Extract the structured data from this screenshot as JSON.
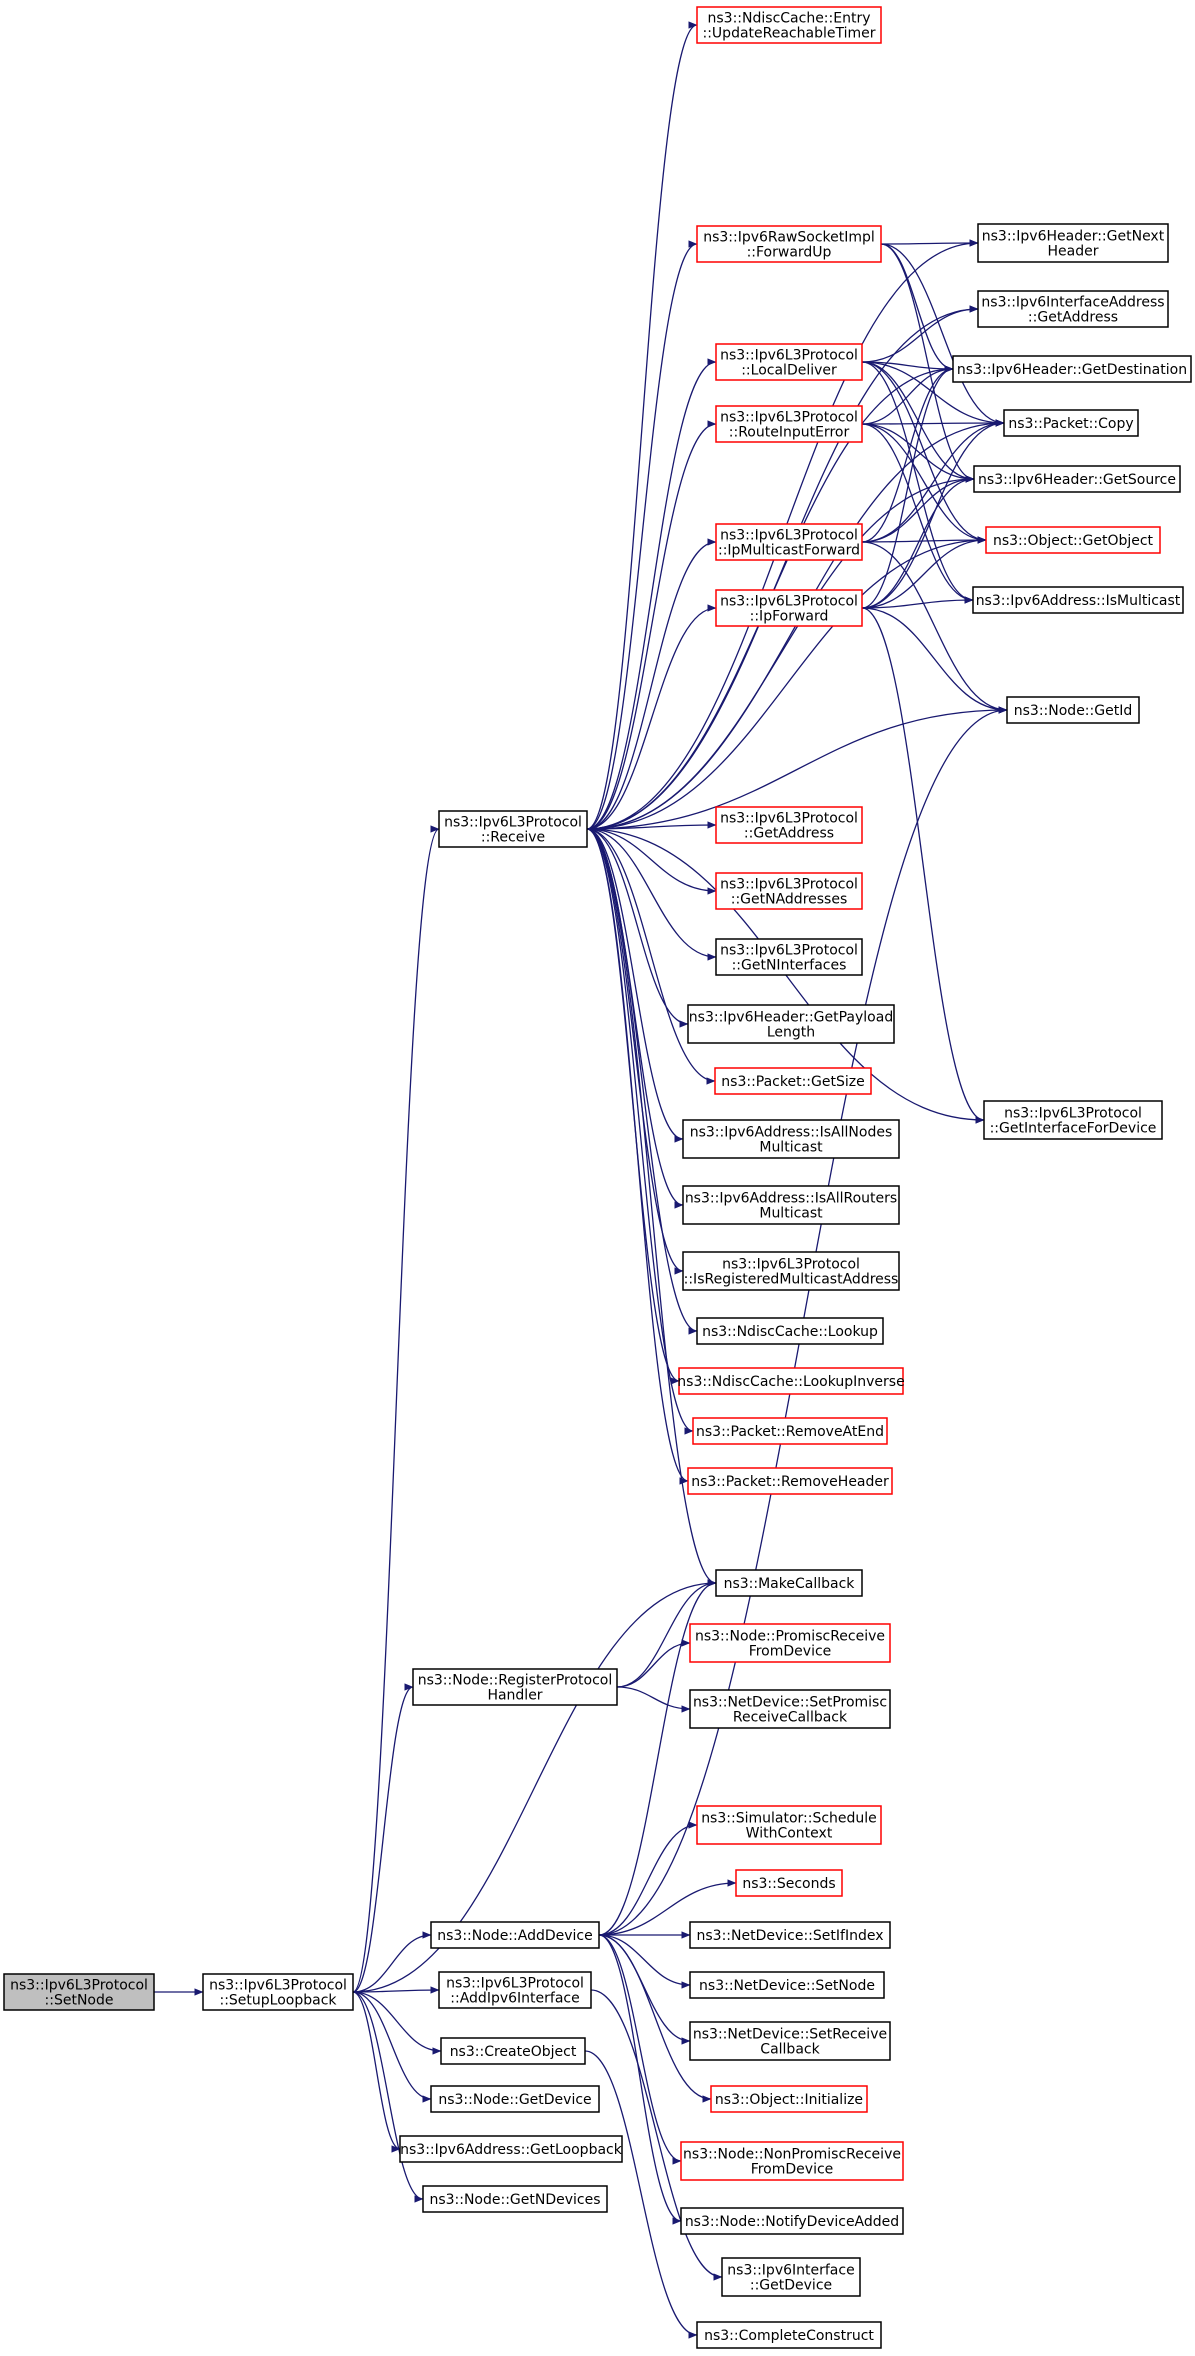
{
  "nodes": [
    {
      "id": "setnode",
      "lines": [
        "ns3::Ipv6L3Protocol",
        "::SetNode"
      ],
      "style": "root"
    },
    {
      "id": "setuploop",
      "lines": [
        "ns3::Ipv6L3Protocol",
        "::SetupLoopback"
      ],
      "style": "plain"
    },
    {
      "id": "receive",
      "lines": [
        "ns3::Ipv6L3Protocol",
        "::Receive"
      ],
      "style": "plain"
    },
    {
      "id": "ndisc_update",
      "lines": [
        "ns3::NdiscCache::Entry",
        "::UpdateReachableTimer"
      ],
      "style": "red"
    },
    {
      "id": "rawsock",
      "lines": [
        "ns3::Ipv6RawSocketImpl",
        "::ForwardUp"
      ],
      "style": "red"
    },
    {
      "id": "localdeliver",
      "lines": [
        "ns3::Ipv6L3Protocol",
        "::LocalDeliver"
      ],
      "style": "red"
    },
    {
      "id": "routeinerr",
      "lines": [
        "ns3::Ipv6L3Protocol",
        "::RouteInputError"
      ],
      "style": "red"
    },
    {
      "id": "ipmcast",
      "lines": [
        "ns3::Ipv6L3Protocol",
        "::IpMulticastForward"
      ],
      "style": "red"
    },
    {
      "id": "ipfwd",
      "lines": [
        "ns3::Ipv6L3Protocol",
        "::IpForward"
      ],
      "style": "red"
    },
    {
      "id": "hdr_next",
      "lines": [
        "ns3::Ipv6Header::GetNext",
        "Header"
      ],
      "style": "plain"
    },
    {
      "id": "ifaddr_get",
      "lines": [
        "ns3::Ipv6InterfaceAddress",
        "::GetAddress"
      ],
      "style": "plain"
    },
    {
      "id": "hdr_dest",
      "lines": [
        "ns3::Ipv6Header::GetDestination"
      ],
      "style": "plain"
    },
    {
      "id": "pkt_copy",
      "lines": [
        "ns3::Packet::Copy"
      ],
      "style": "plain"
    },
    {
      "id": "hdr_src",
      "lines": [
        "ns3::Ipv6Header::GetSource"
      ],
      "style": "plain"
    },
    {
      "id": "obj_get",
      "lines": [
        "ns3::Object::GetObject"
      ],
      "style": "red"
    },
    {
      "id": "addr_mcast",
      "lines": [
        "ns3::Ipv6Address::IsMulticast"
      ],
      "style": "plain"
    },
    {
      "id": "node_getid",
      "lines": [
        "ns3::Node::GetId"
      ],
      "style": "plain"
    },
    {
      "id": "getaddress",
      "lines": [
        "ns3::Ipv6L3Protocol",
        "::GetAddress"
      ],
      "style": "red"
    },
    {
      "id": "getnaddr",
      "lines": [
        "ns3::Ipv6L3Protocol",
        "::GetNAddresses"
      ],
      "style": "red"
    },
    {
      "id": "getnif",
      "lines": [
        "ns3::Ipv6L3Protocol",
        "::GetNInterfaces"
      ],
      "style": "plain"
    },
    {
      "id": "hdr_payload",
      "lines": [
        "ns3::Ipv6Header::GetPayload",
        "Length"
      ],
      "style": "plain"
    },
    {
      "id": "pkt_size",
      "lines": [
        "ns3::Packet::GetSize"
      ],
      "style": "red"
    },
    {
      "id": "allnodes",
      "lines": [
        "ns3::Ipv6Address::IsAllNodes",
        "Multicast"
      ],
      "style": "plain"
    },
    {
      "id": "allrouters",
      "lines": [
        "ns3::Ipv6Address::IsAllRouters",
        "Multicast"
      ],
      "style": "plain"
    },
    {
      "id": "regmcast",
      "lines": [
        "ns3::Ipv6L3Protocol",
        "::IsRegisteredMulticastAddress"
      ],
      "style": "plain"
    },
    {
      "id": "ndisc_lookup",
      "lines": [
        "ns3::NdiscCache::Lookup"
      ],
      "style": "plain"
    },
    {
      "id": "ndisc_inverse",
      "lines": [
        "ns3::NdiscCache::LookupInverse"
      ],
      "style": "red"
    },
    {
      "id": "pkt_rmend",
      "lines": [
        "ns3::Packet::RemoveAtEnd"
      ],
      "style": "red"
    },
    {
      "id": "pkt_rmhdr",
      "lines": [
        "ns3::Packet::RemoveHeader"
      ],
      "style": "red"
    },
    {
      "id": "ifacefordev",
      "lines": [
        "ns3::Ipv6L3Protocol",
        "::GetInterfaceForDevice"
      ],
      "style": "plain"
    },
    {
      "id": "makecb",
      "lines": [
        "ns3::MakeCallback"
      ],
      "style": "plain"
    },
    {
      "id": "regproto",
      "lines": [
        "ns3::Node::RegisterProtocol",
        "Handler"
      ],
      "style": "plain"
    },
    {
      "id": "promiscrecv",
      "lines": [
        "ns3::Node::PromiscReceive",
        "FromDevice"
      ],
      "style": "red"
    },
    {
      "id": "setpromisc",
      "lines": [
        "ns3::NetDevice::SetPromisc",
        "ReceiveCallback"
      ],
      "style": "plain"
    },
    {
      "id": "schedctx",
      "lines": [
        "ns3::Simulator::Schedule",
        "WithContext"
      ],
      "style": "red"
    },
    {
      "id": "seconds",
      "lines": [
        "ns3::Seconds"
      ],
      "style": "red"
    },
    {
      "id": "adddevice",
      "lines": [
        "ns3::Node::AddDevice"
      ],
      "style": "plain"
    },
    {
      "id": "setifindex",
      "lines": [
        "ns3::NetDevice::SetIfIndex"
      ],
      "style": "plain"
    },
    {
      "id": "addipv6if",
      "lines": [
        "ns3::Ipv6L3Protocol",
        "::AddIpv6Interface"
      ],
      "style": "plain"
    },
    {
      "id": "setnodedev",
      "lines": [
        "ns3::NetDevice::SetNode"
      ],
      "style": "plain"
    },
    {
      "id": "createobj",
      "lines": [
        "ns3::CreateObject"
      ],
      "style": "plain"
    },
    {
      "id": "setrecvcb",
      "lines": [
        "ns3::NetDevice::SetReceive",
        "Callback"
      ],
      "style": "plain"
    },
    {
      "id": "node_getdev",
      "lines": [
        "ns3::Node::GetDevice"
      ],
      "style": "plain"
    },
    {
      "id": "obj_init",
      "lines": [
        "ns3::Object::Initialize"
      ],
      "style": "red"
    },
    {
      "id": "getloopback",
      "lines": [
        "ns3::Ipv6Address::GetLoopback"
      ],
      "style": "plain"
    },
    {
      "id": "nonpromisc",
      "lines": [
        "ns3::Node::NonPromiscReceive",
        "FromDevice"
      ],
      "style": "red"
    },
    {
      "id": "getndev",
      "lines": [
        "ns3::Node::GetNDevices"
      ],
      "style": "plain"
    },
    {
      "id": "notifyadded",
      "lines": [
        "ns3::Node::NotifyDeviceAdded"
      ],
      "style": "plain"
    },
    {
      "id": "if_getdev",
      "lines": [
        "ns3::Ipv6Interface",
        "::GetDevice"
      ],
      "style": "plain"
    },
    {
      "id": "complete",
      "lines": [
        "ns3::CompleteConstruct"
      ],
      "style": "plain"
    }
  ],
  "edges": [
    [
      "setnode",
      "setuploop"
    ],
    [
      "setuploop",
      "receive"
    ],
    [
      "setuploop",
      "makecb"
    ],
    [
      "setuploop",
      "regproto"
    ],
    [
      "setuploop",
      "adddevice"
    ],
    [
      "setuploop",
      "addipv6if"
    ],
    [
      "setuploop",
      "createobj"
    ],
    [
      "setuploop",
      "node_getdev"
    ],
    [
      "setuploop",
      "getloopback"
    ],
    [
      "setuploop",
      "getndev"
    ],
    [
      "receive",
      "ndisc_update"
    ],
    [
      "receive",
      "rawsock"
    ],
    [
      "receive",
      "localdeliver"
    ],
    [
      "receive",
      "routeinerr"
    ],
    [
      "receive",
      "ipmcast"
    ],
    [
      "receive",
      "ipfwd"
    ],
    [
      "receive",
      "hdr_next"
    ],
    [
      "receive",
      "ifaddr_get"
    ],
    [
      "receive",
      "hdr_dest"
    ],
    [
      "receive",
      "pkt_copy"
    ],
    [
      "receive",
      "hdr_src"
    ],
    [
      "receive",
      "obj_get"
    ],
    [
      "receive",
      "node_getid"
    ],
    [
      "receive",
      "getaddress"
    ],
    [
      "receive",
      "getnaddr"
    ],
    [
      "receive",
      "getnif"
    ],
    [
      "receive",
      "hdr_payload"
    ],
    [
      "receive",
      "pkt_size"
    ],
    [
      "receive",
      "allnodes"
    ],
    [
      "receive",
      "allrouters"
    ],
    [
      "receive",
      "regmcast"
    ],
    [
      "receive",
      "ndisc_lookup"
    ],
    [
      "receive",
      "ndisc_inverse"
    ],
    [
      "receive",
      "pkt_rmend"
    ],
    [
      "receive",
      "pkt_rmhdr"
    ],
    [
      "receive",
      "makecb"
    ],
    [
      "receive",
      "ifacefordev"
    ],
    [
      "rawsock",
      "hdr_next"
    ],
    [
      "rawsock",
      "hdr_dest"
    ],
    [
      "rawsock",
      "pkt_copy"
    ],
    [
      "rawsock",
      "hdr_src"
    ],
    [
      "localdeliver",
      "ifaddr_get"
    ],
    [
      "localdeliver",
      "hdr_dest"
    ],
    [
      "localdeliver",
      "pkt_copy"
    ],
    [
      "localdeliver",
      "hdr_src"
    ],
    [
      "localdeliver",
      "obj_get"
    ],
    [
      "localdeliver",
      "addr_mcast"
    ],
    [
      "routeinerr",
      "hdr_dest"
    ],
    [
      "routeinerr",
      "pkt_copy"
    ],
    [
      "routeinerr",
      "hdr_src"
    ],
    [
      "routeinerr",
      "obj_get"
    ],
    [
      "routeinerr",
      "addr_mcast"
    ],
    [
      "ipmcast",
      "hdr_dest"
    ],
    [
      "ipmcast",
      "pkt_copy"
    ],
    [
      "ipmcast",
      "hdr_src"
    ],
    [
      "ipmcast",
      "obj_get"
    ],
    [
      "ipmcast",
      "node_getid"
    ],
    [
      "ipfwd",
      "hdr_dest"
    ],
    [
      "ipfwd",
      "pkt_copy"
    ],
    [
      "ipfwd",
      "hdr_src"
    ],
    [
      "ipfwd",
      "obj_get"
    ],
    [
      "ipfwd",
      "addr_mcast"
    ],
    [
      "ipfwd",
      "node_getid"
    ],
    [
      "ipfwd",
      "ifacefordev"
    ],
    [
      "regproto",
      "makecb"
    ],
    [
      "regproto",
      "promiscrecv"
    ],
    [
      "regproto",
      "setpromisc"
    ],
    [
      "adddevice",
      "makecb"
    ],
    [
      "adddevice",
      "node_getid"
    ],
    [
      "adddevice",
      "schedctx"
    ],
    [
      "adddevice",
      "seconds"
    ],
    [
      "adddevice",
      "setifindex"
    ],
    [
      "adddevice",
      "setnodedev"
    ],
    [
      "adddevice",
      "setrecvcb"
    ],
    [
      "adddevice",
      "obj_init"
    ],
    [
      "adddevice",
      "nonpromisc"
    ],
    [
      "adddevice",
      "notifyadded"
    ],
    [
      "addipv6if",
      "if_getdev"
    ],
    [
      "createobj",
      "complete"
    ]
  ]
}
